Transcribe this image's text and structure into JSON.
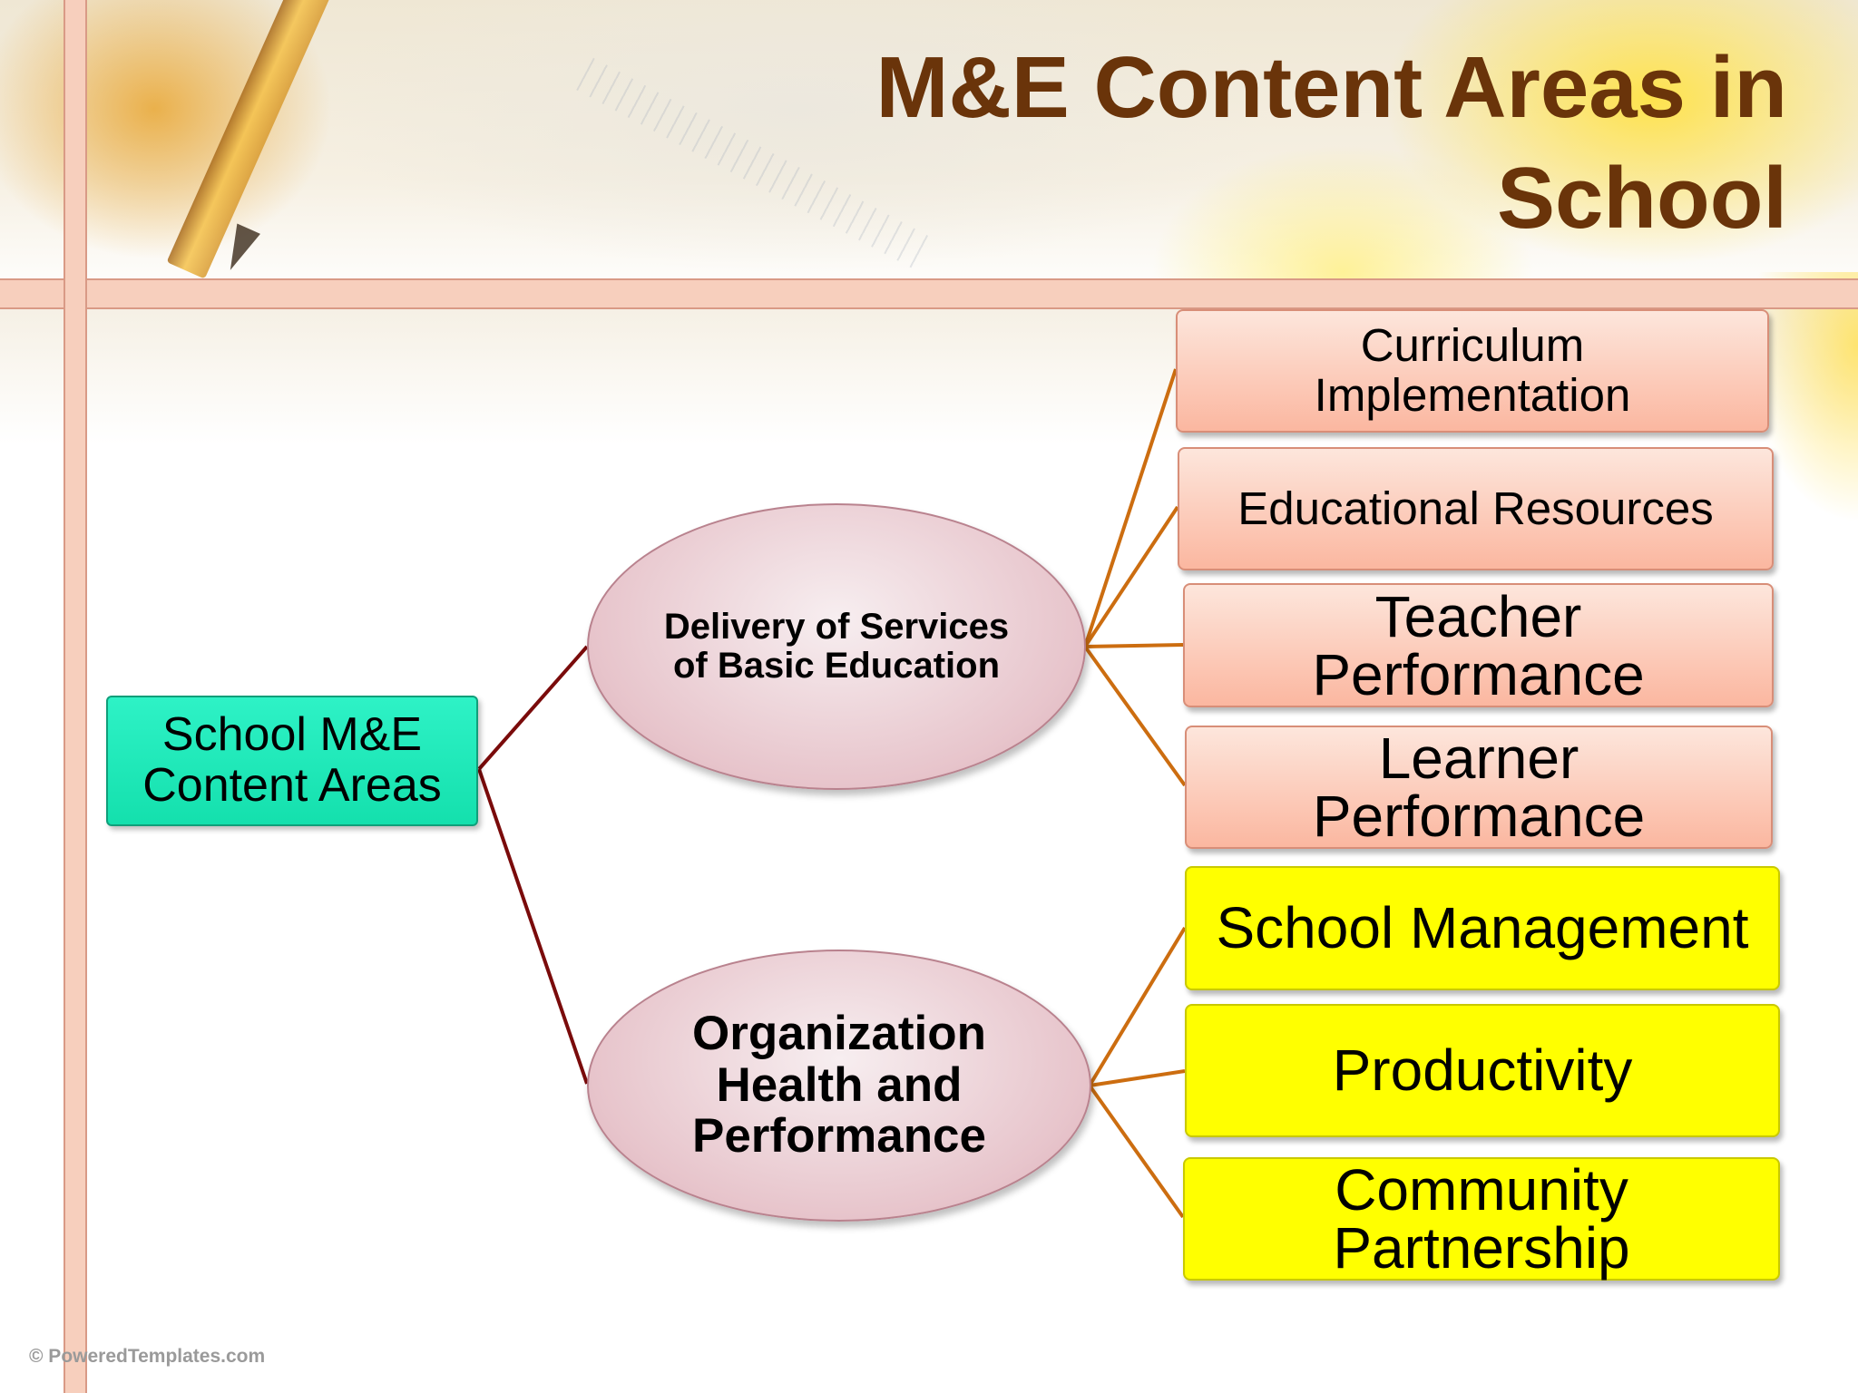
{
  "slide": {
    "title": "M&E Content Areas in School",
    "footer": "© PoweredTemplates.com"
  },
  "diagram": {
    "root": "School M&E Content Areas",
    "branches": [
      {
        "label": "Delivery of Services of Basic Education",
        "children": [
          "Curriculum Implementation",
          "Educational Resources",
          "Teacher Performance",
          "Learner Performance"
        ]
      },
      {
        "label": "Organization Health and Performance",
        "children": [
          "School Management",
          "Productivity",
          "Community Partnership"
        ]
      }
    ]
  },
  "colors": {
    "title": "#6a340a",
    "root_fill": "#1ee8b6",
    "branch_fill": "#e7c4cb",
    "leaf_fill_group1": "#fbb7a0",
    "leaf_fill_group2": "#ffff00",
    "root_link": "#7a0b0b",
    "leaf_link": "#cc6d10"
  }
}
